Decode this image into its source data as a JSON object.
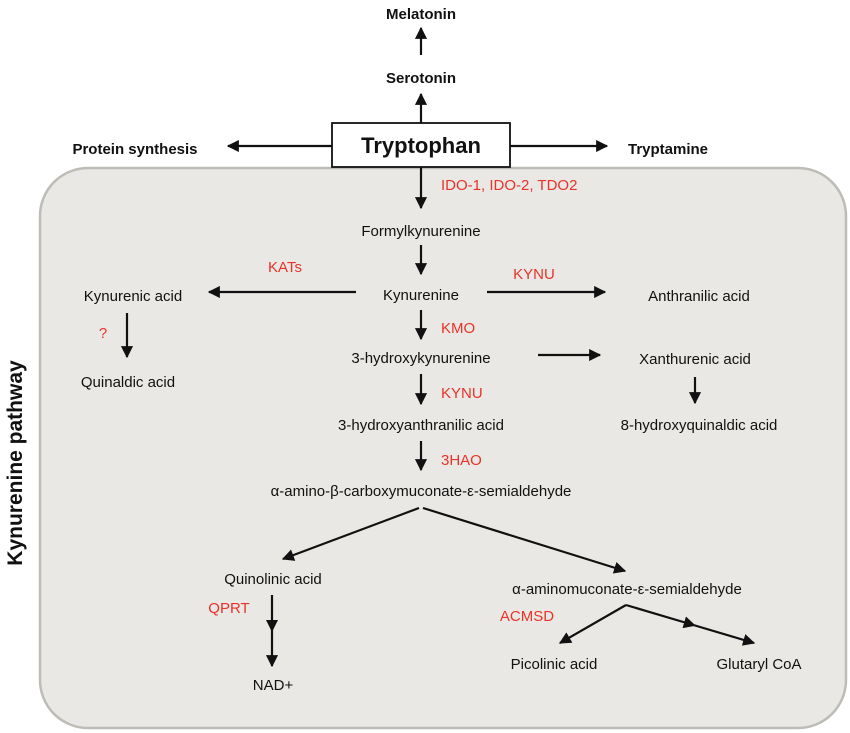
{
  "colors": {
    "panel_fill": "#e9e8e4",
    "panel_stroke": "#bdbcb7",
    "enzyme": "#e8332a",
    "text": "#111111"
  },
  "outside": {
    "melatonin": "Melatonin",
    "serotonin": "Serotonin",
    "tryptophan": "Tryptophan",
    "protein_synthesis": "Protein synthesis",
    "tryptamine": "Tryptamine"
  },
  "pathway_label": "Kynurenine pathway",
  "nodes": {
    "formylkynurenine": "Formylkynurenine",
    "kynurenine": "Kynurenine",
    "kynurenic_acid": "Kynurenic acid",
    "quinaldic_acid": "Quinaldic acid",
    "anthranilic_acid": "Anthranilic acid",
    "hydroxykynurenine": "3-hydroxykynurenine",
    "xanthurenic_acid": "Xanthurenic acid",
    "hydroxyanthranilic_acid": "3-hydroxyanthranilic acid",
    "hydroxyquinaldic_acid": "8-hydroxyquinaldic acid",
    "acms": "α-amino-β-carboxymuconate-ε-semialdehyde",
    "quinolinic_acid": "Quinolinic acid",
    "nad": "NAD+",
    "ams": "α-aminomuconate-ε-semialdehyde",
    "picolinic_acid": "Picolinic acid",
    "glutaryl_coa": "Glutaryl CoA"
  },
  "enzymes": {
    "ido_tdo": "IDO-1, IDO-2, TDO2",
    "kats": "KATs",
    "unknown": "?",
    "kynu_1": "KYNU",
    "kmo": "KMO",
    "kynu_2": "KYNU",
    "hao": "3HAO",
    "qprt": "QPRT",
    "acmsd": "ACMSD"
  }
}
